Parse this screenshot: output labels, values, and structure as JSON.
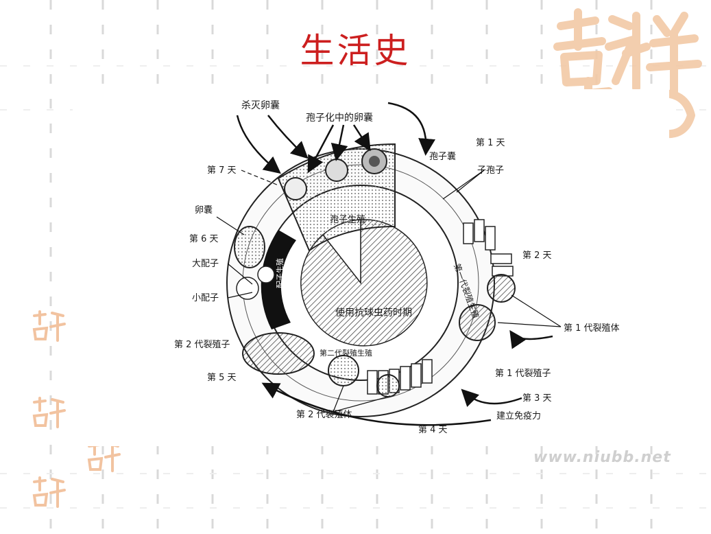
{
  "title": "生活史",
  "stamp_text": "吉祥",
  "watermark": "www.niubb.net",
  "diagram": {
    "labels": {
      "kill_oocyst": "杀灭卵囊",
      "sporulating_oocyst": "孢子化中的卵囊",
      "day1": "第 1 天",
      "sporocyst": "孢子囊",
      "sporozoite": "子孢子",
      "day7": "第 7 天",
      "oocyst": "卵囊",
      "day6": "第 6 天",
      "macrogamete": "大配子",
      "microgamete": "小配子",
      "day2": "第 2 天",
      "gen1_schizont": "第 1 代裂殖体",
      "gen2_merozoite": "第 2 代裂殖子",
      "gen1_merozoite": "第 1 代裂殖子",
      "day5": "第 5 天",
      "day3": "第 3 天",
      "gen2_schizont": "第 2 代裂殖体",
      "immunity": "建立免疫力",
      "day4": "第 4 天"
    },
    "ring": {
      "sporogony": "孢子生殖",
      "drug_period": "使用抗球虫药时期",
      "gen1_schizogony": "第一代裂殖生殖",
      "gen2_schizogony": "第二代裂殖生殖",
      "gametogony": "配子生殖"
    }
  }
}
